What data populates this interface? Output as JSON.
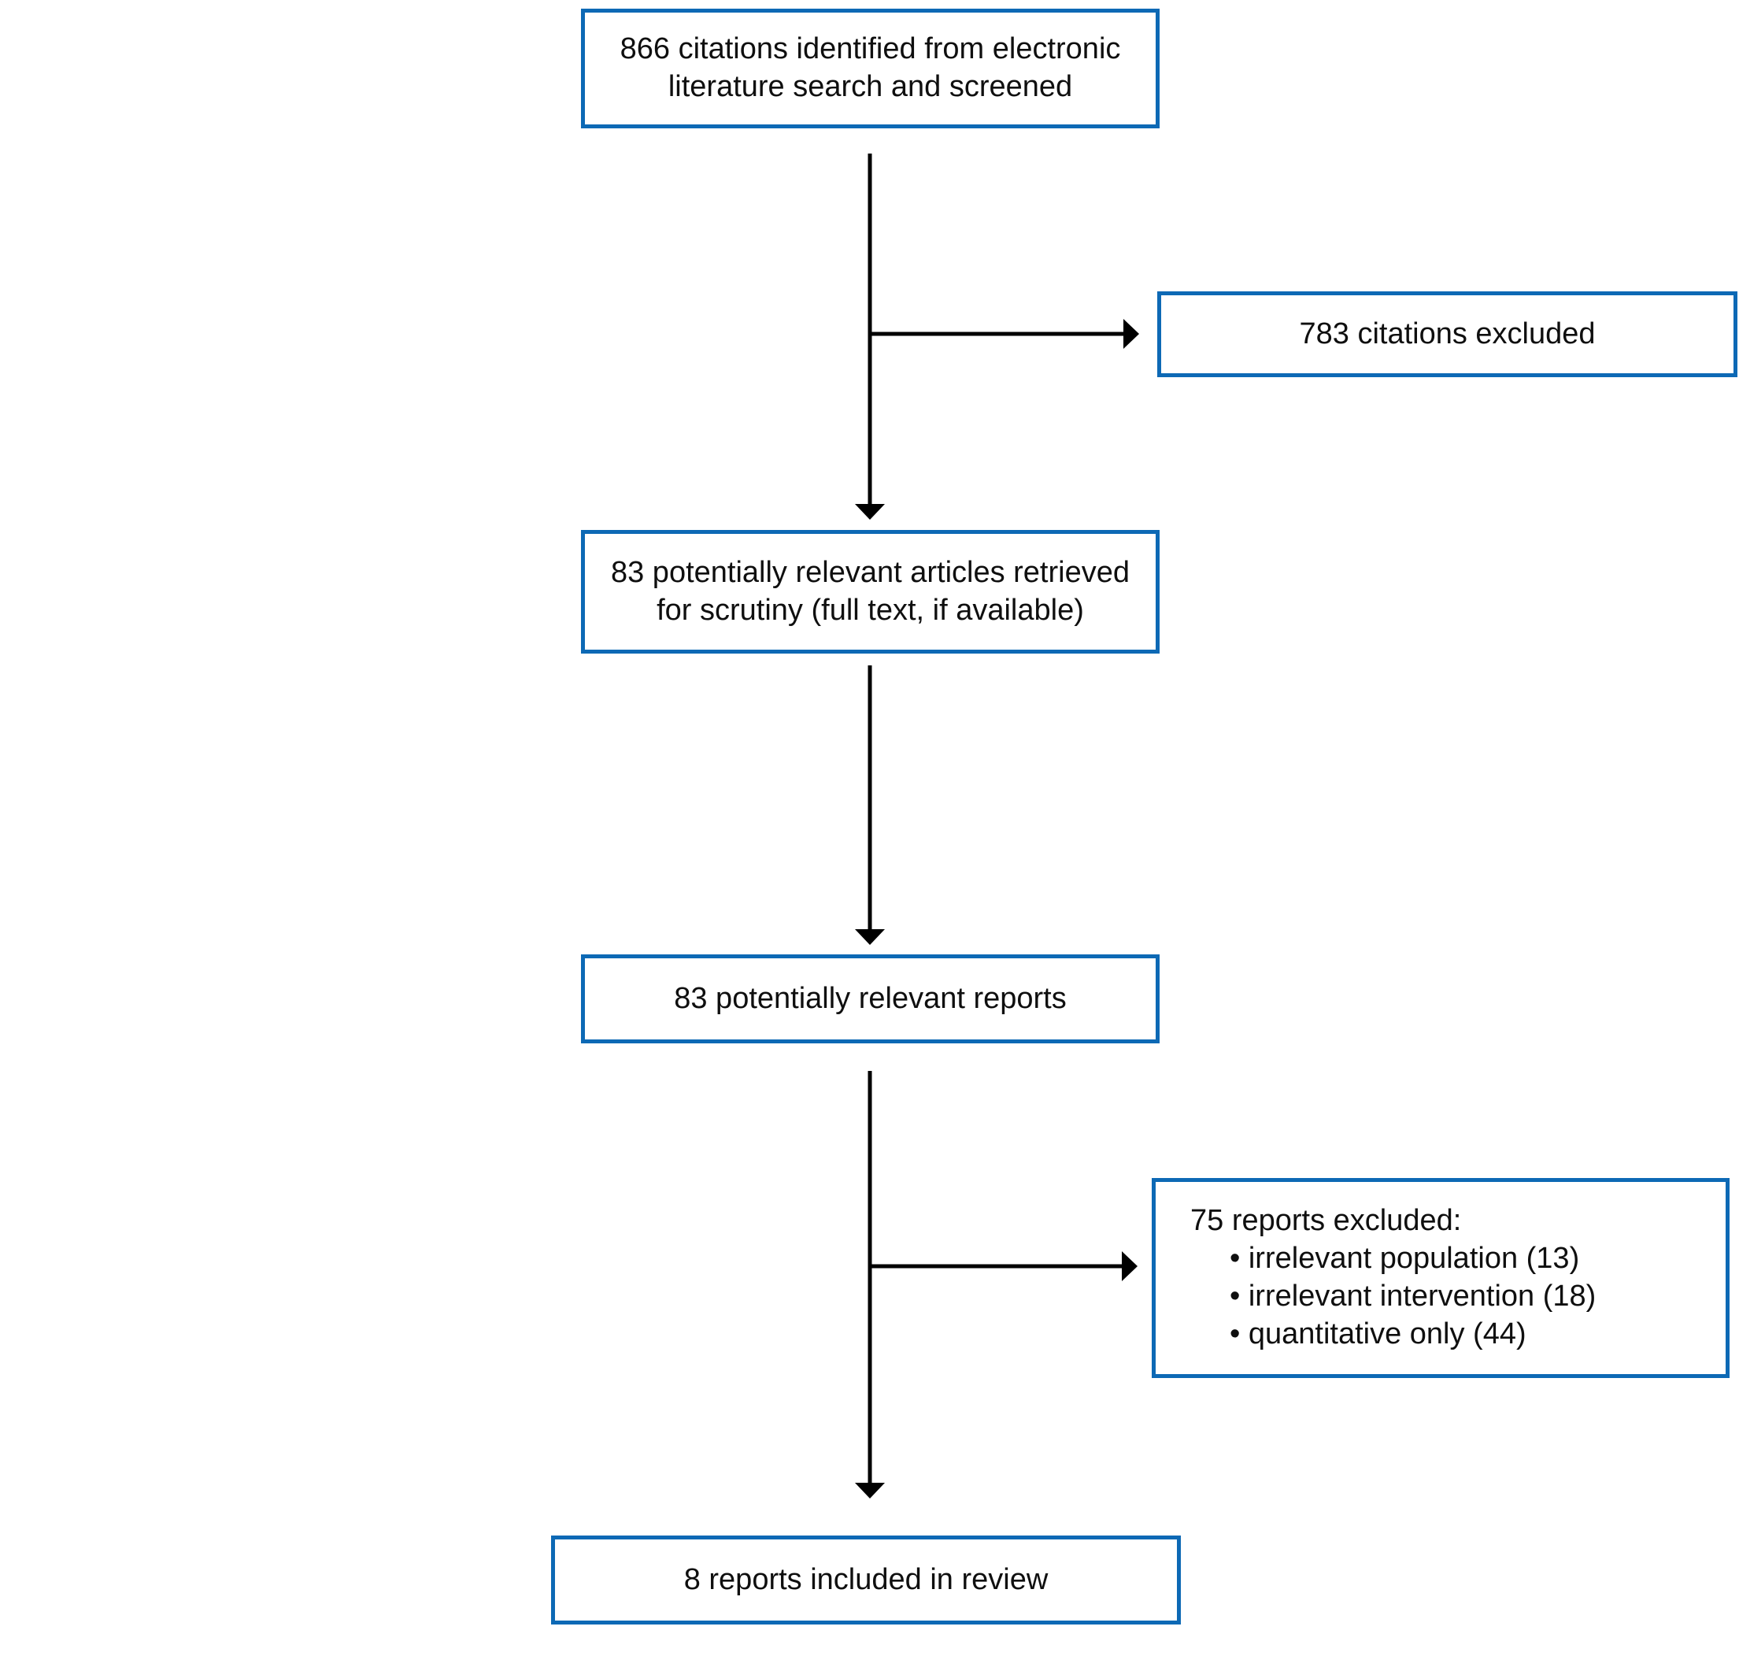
{
  "diagram": {
    "accent_color": "#0d69b5",
    "line_color": "#000000",
    "text_color": "#0f0f0f",
    "background_color": "#ffffff",
    "boxes": {
      "screened": {
        "lines": [
          "866 citations identified from electronic",
          "literature search and screened"
        ]
      },
      "citations_excluded": {
        "lines": [
          "783 citations excluded"
        ]
      },
      "retrieved": {
        "lines": [
          "83 potentially relevant articles retrieved",
          "for scrutiny (full text, if available)"
        ]
      },
      "reports": {
        "lines": [
          "83 potentially relevant reports"
        ]
      },
      "reports_excluded": {
        "heading": "75 reports excluded:",
        "bullets": [
          "• irrelevant population (13)",
          "• irrelevant intervention (18)",
          "• quantitative only (44)"
        ]
      },
      "included": {
        "lines": [
          "8 reports included in review"
        ]
      }
    }
  }
}
